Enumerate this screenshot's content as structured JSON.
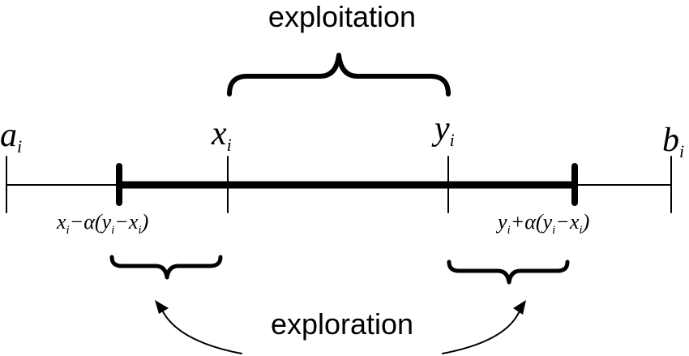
{
  "labels": {
    "top": "exploitation",
    "bottom": "exploration"
  },
  "points": {
    "a": {
      "base": "a",
      "sub": "i"
    },
    "x": {
      "base": "x",
      "sub": "i"
    },
    "y": {
      "base": "y",
      "sub": "i"
    },
    "b": {
      "base": "b",
      "sub": "i"
    }
  },
  "formulas": {
    "left": {
      "x": "x",
      "xi": "i",
      "op": "−α(",
      "y": "y",
      "yi": "i",
      "minus": "−",
      "x2": "x",
      "x2i": "i",
      "close": ")"
    },
    "right": {
      "y": "y",
      "yi": "i",
      "op": "+α(",
      "y2": "y",
      "y2i": "i",
      "minus": "−",
      "x": "x",
      "xi": "i",
      "close": ")"
    }
  }
}
